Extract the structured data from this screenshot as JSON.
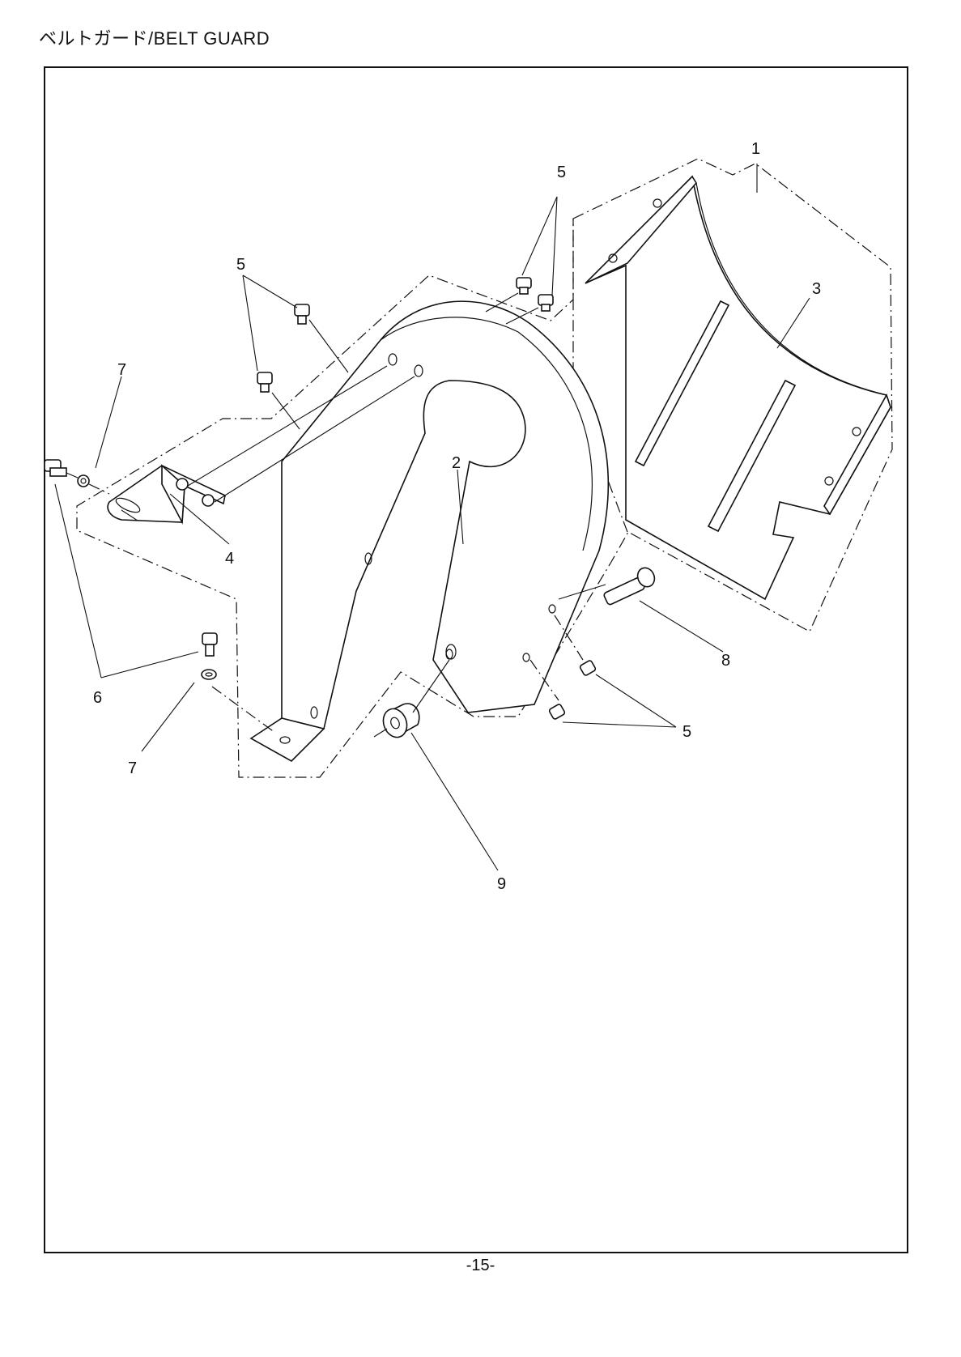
{
  "page": {
    "title": "ベルトガード/BELT GUARD",
    "page_number": "-15-"
  },
  "callouts": [
    {
      "id": "c1",
      "text": "1"
    },
    {
      "id": "c2",
      "text": "2"
    },
    {
      "id": "c3",
      "text": "3"
    },
    {
      "id": "c4",
      "text": "4"
    },
    {
      "id": "c5a",
      "text": "5"
    },
    {
      "id": "c5b",
      "text": "5"
    },
    {
      "id": "c5c",
      "text": "5"
    },
    {
      "id": "c6",
      "text": "6"
    },
    {
      "id": "c7a",
      "text": "7"
    },
    {
      "id": "c7b",
      "text": "7"
    },
    {
      "id": "c8",
      "text": "8"
    },
    {
      "id": "c9",
      "text": "9"
    }
  ]
}
